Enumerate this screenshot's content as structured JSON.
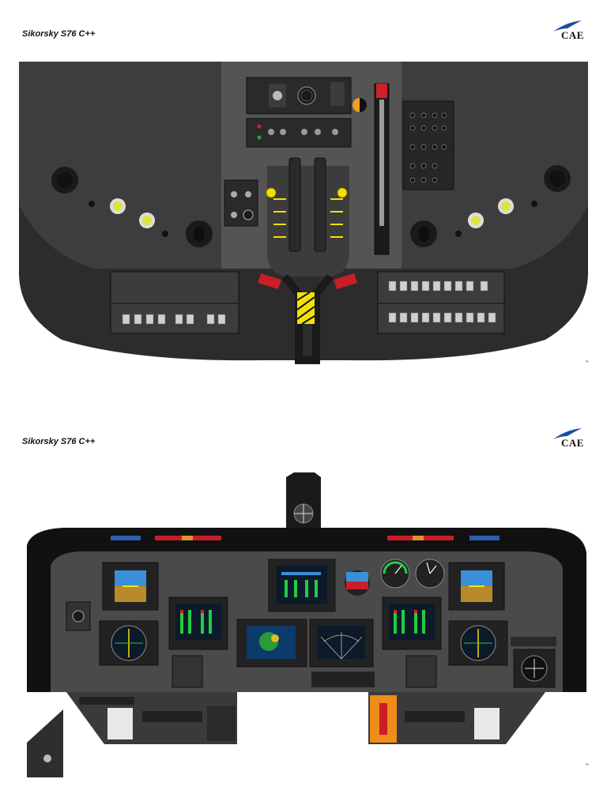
{
  "pages": [
    {
      "title": "Sikorsky S76 C++",
      "brand": "CAE",
      "footer_mark": "™"
    },
    {
      "title": "Sikorsky S76 C++",
      "brand": "CAE",
      "footer_mark": "™"
    }
  ],
  "colors": {
    "panel_dark": "#3a3a3a",
    "panel_mid": "#555555",
    "console_black": "#1a1a1a",
    "accent_yellow": "#f5e100",
    "accent_red": "#d0202a",
    "attitude_sky": "#3a8fd6",
    "attitude_ground": "#b88a2e",
    "screen_bg": "#0c1a2a",
    "cae_blue": "#1c4fa0"
  },
  "icons": [
    "knob-icon",
    "switch-icon",
    "gauge-icon",
    "lever-icon",
    "display-icon",
    "brand-swoosh-icon"
  ]
}
